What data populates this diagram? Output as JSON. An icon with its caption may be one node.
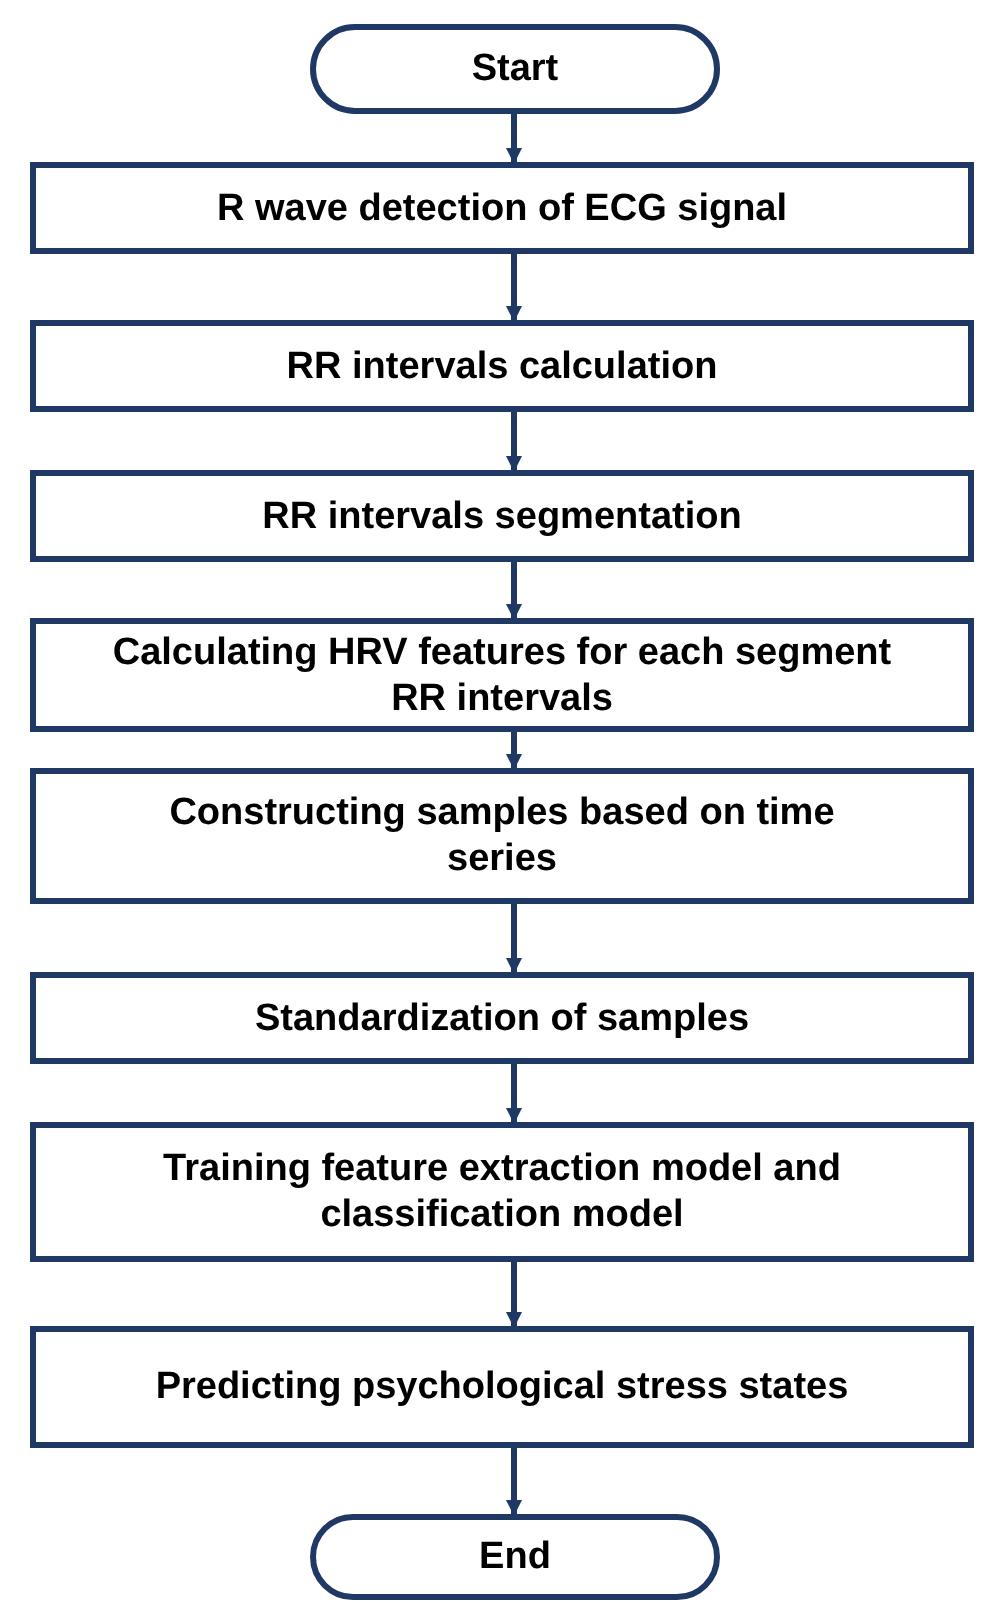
{
  "diagram": {
    "nodes": [
      {
        "text": [
          "Start"
        ]
      },
      {
        "text": [
          "R wave detection of ECG signal"
        ]
      },
      {
        "text": [
          "RR intervals calculation"
        ]
      },
      {
        "text": [
          "RR intervals segmentation"
        ]
      },
      {
        "text": [
          "Calculating HRV features for each segment RR intervals"
        ]
      },
      {
        "text": [
          "Constructing samples based on time series"
        ]
      },
      {
        "text": [
          "Standardization of samples"
        ]
      },
      {
        "text": [
          "Training feature extraction model and classification model"
        ]
      },
      {
        "text": [
          "Predicting psychological stress states"
        ]
      },
      {
        "text": [
          "End"
        ]
      }
    ],
    "edges": [
      {
        "from": 0,
        "to": 1,
        "arrow": "to"
      },
      {
        "from": 1,
        "to": 2,
        "arrow": "to"
      },
      {
        "from": 2,
        "to": 3,
        "arrow": "to"
      },
      {
        "from": 3,
        "to": 4,
        "arrow": "to"
      },
      {
        "from": 4,
        "to": 5,
        "arrow": "to"
      },
      {
        "from": 5,
        "to": 6,
        "arrow": "to"
      },
      {
        "from": 6,
        "to": 7,
        "arrow": "to"
      },
      {
        "from": 7,
        "to": 8,
        "arrow": "to"
      },
      {
        "from": 8,
        "to": 9,
        "arrow": "to"
      }
    ]
  }
}
